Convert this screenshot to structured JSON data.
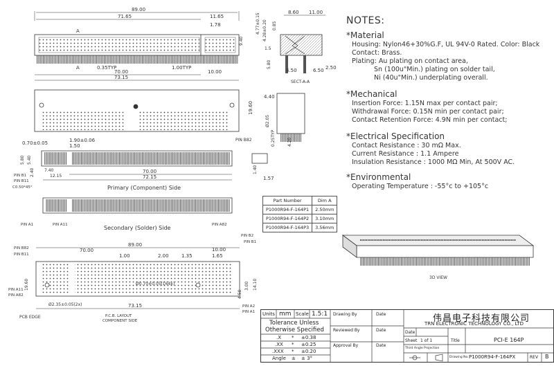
{
  "notes": {
    "title": "NOTES:",
    "material": {
      "heading": "*Material",
      "lines": [
        "Housing: Nylon46+30%G.F, UL 94V-0 Rated. Color: Black",
        "Contact: Brass.",
        "Plating: Au plating on contact area,",
        "Sn (100u\"Min.) plating on solder tail,",
        "Ni (40u\"Min.) underplating overall."
      ]
    },
    "mechanical": {
      "heading": "*Mechanical",
      "lines": [
        "Insertion Force: 1.15N max per contact pair;",
        "Withdrawal Force: 0.15N min per contact pair;",
        "Contact Retention Force: 4.9N min per contact;"
      ]
    },
    "electrical": {
      "heading": "*Electrical Specification",
      "lines": [
        "Contact Resistance : 30 mΩ Max.",
        "Current Resistance : 1.1 Ampere",
        "Insulation Resistance : 1000 MΩ Min, At 500V AC."
      ]
    },
    "environmental": {
      "heading": "*Environmental",
      "lines": [
        "Operating Temperature : -55°c to +105°c"
      ]
    }
  },
  "part_table": {
    "headers": [
      "Part Number",
      "Dim A"
    ],
    "rows": [
      [
        "P1000R94-F-164P1",
        "2.50mm"
      ],
      [
        "P1000R94-F-164P2",
        "3.10mm"
      ],
      [
        "P1000R94-F-164P3",
        "3.56mm"
      ]
    ]
  },
  "drawing": {
    "top_view": {
      "d1": "89.00",
      "d2": "71.65",
      "d3": "11.65",
      "d4": "1.78",
      "d5": "0.35TYP",
      "d6": "1.00TYP",
      "d7": "70.00",
      "d8": "73.15",
      "d9": "10.00",
      "d10": "9.40",
      "lbl_a": "A"
    },
    "section": {
      "d1": "8.60",
      "d2": "11.00",
      "d3": "4.77±0.15",
      "d4": "4.28±0.20",
      "d5": "0.85",
      "d6": "1.5",
      "d7": "5.80",
      "d8": "4.50",
      "d9": "6.50",
      "d10": "2.50",
      "caption": "SECT-A-A"
    },
    "front": {
      "d1": "19.60"
    },
    "side": {
      "d1": "4.40",
      "d2": "Ø2.05",
      "d3": "0.25TYP",
      "d4": "4.20",
      "d5": "1.40",
      "d6": "1.57"
    },
    "primary": {
      "d1": "1.90±0.06",
      "d2": "1.50",
      "d3": "0.70±0.05",
      "d4": "5.80",
      "d5": "5.40",
      "d6": "2.40",
      "d7": "7.40",
      "d8": "12.15",
      "d9": "70.00",
      "d10": "72.15",
      "d11": "C0.50*45°",
      "pin_b1": "PIN B1",
      "pin_b11": "PIN B11",
      "pin_b82": "PIN B82",
      "caption": "Primary (Component) Side"
    },
    "secondary": {
      "pin_a1": "PIN A1",
      "pin_a11": "PIN A11",
      "pin_a82": "PIN A82",
      "caption": "Secondary (Solder) Side"
    },
    "pcb": {
      "d1": "89.00",
      "d2": "70.00",
      "d3": "1.00",
      "d4": "2.00",
      "d5": "1.35",
      "d6": "1.65",
      "d7": "10.00",
      "d8": "19.60",
      "d9": "3.00",
      "d10": "4.50",
      "d11": "14.10",
      "d12": "73.15",
      "d13": "Ø0.70±0.05(164x)",
      "d14": "Ø2.35±0.05(2x)",
      "pin_b82": "PIN B82",
      "pin_b11": "PIN B11",
      "pin_a11": "PIN A11",
      "pin_a82": "PIN A82",
      "pin_b2": "PIN B2",
      "pin_b1": "PIN B1",
      "pin_a2": "PIN A2",
      "pin_a1": "PIN A1",
      "edge": "PCB EDGE",
      "caption1": "P.C.B. LAYOUT",
      "caption2": "COMPONENT SIDE"
    },
    "view3d": "3D VIEW"
  },
  "title_block": {
    "units_label": "Units",
    "units": "mm",
    "scale_label": "Scale",
    "scale": "1.5:1",
    "tol1": "Tolerance Unless",
    "tol2": "Otherwise Specified",
    "tol_rows": [
      [
        ".X",
        "±0.38"
      ],
      [
        ".XX",
        "±0.25"
      ],
      [
        ".XXX",
        "±0.20"
      ],
      [
        "Angle",
        "± 3°"
      ]
    ],
    "drawing_by": "Drawing By",
    "reviewed_by": "Reviewed By",
    "approval_by": "Approval By",
    "date": "Date",
    "company_cn": "伟昌电子科技有限公司",
    "company_en": "TRN ELECTRONIC TECHNOLOGY CO., LTD",
    "sheet_label": "Sheet",
    "sheet": "1 of 1",
    "title_label": "Title",
    "title": "PCI-E 164P",
    "third_angle": "Third Angle Projection",
    "drawing_no_label": "Drawing No.",
    "drawing_no": "P1000R94-F-164PX",
    "rev_label": "REV",
    "rev": "B"
  }
}
